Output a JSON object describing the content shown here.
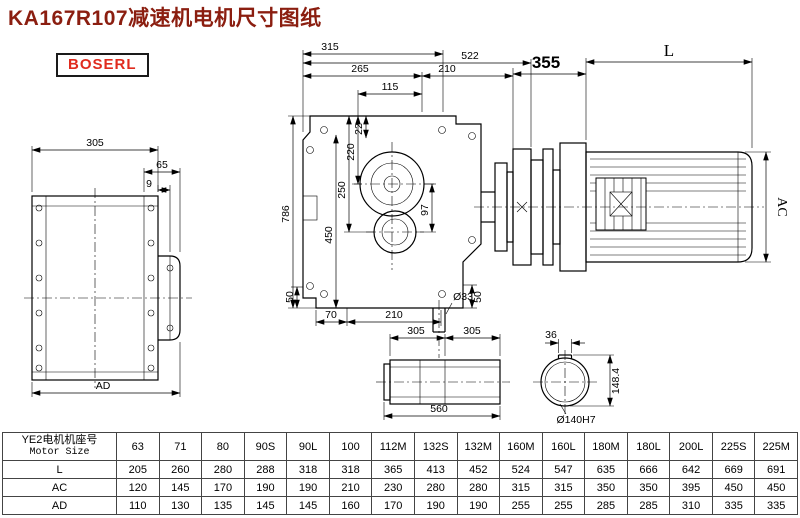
{
  "page": {
    "title": "KA167R107减速机电机尺寸图纸",
    "brand": "BOSERL",
    "title_color": "#8b1e10",
    "brand_color": "#e02b1e",
    "line_color": "#000000"
  },
  "dims": {
    "side": {
      "w305": "305",
      "w65": "65",
      "w9": "9",
      "ad": "AD"
    },
    "front": {
      "top315": "315",
      "top522": "522",
      "top265": "265",
      "top210": "210",
      "top115": "115",
      "v22": "22",
      "v220": "220",
      "v250": "250",
      "v450": "450",
      "v786": "786",
      "v97": "97",
      "b50l": "50",
      "b70": "70",
      "b210": "210",
      "b33": "Ø33",
      "b50r": "50"
    },
    "motor": {
      "d355": "355",
      "L": "L",
      "AC": "AC"
    },
    "shaft": {
      "s305a": "305",
      "s305b": "305",
      "s560": "560"
    },
    "bore": {
      "k36": "36",
      "h1484": "148.4",
      "d140": "Ø140H7"
    }
  },
  "table": {
    "header_line1": "YE2电机机座号",
    "header_line2": "Motor Size",
    "columns": [
      "63",
      "71",
      "80",
      "90S",
      "90L",
      "100",
      "112M",
      "132S",
      "132M",
      "160M",
      "160L",
      "180M",
      "180L",
      "200L",
      "225S",
      "225M"
    ],
    "rows": [
      {
        "label": "L",
        "values": [
          "205",
          "260",
          "280",
          "288",
          "318",
          "318",
          "365",
          "413",
          "452",
          "524",
          "547",
          "635",
          "666",
          "642",
          "669",
          "691"
        ]
      },
      {
        "label": "AC",
        "values": [
          "120",
          "145",
          "170",
          "190",
          "190",
          "210",
          "230",
          "280",
          "280",
          "315",
          "315",
          "350",
          "350",
          "395",
          "450",
          "450"
        ]
      },
      {
        "label": "AD",
        "values": [
          "110",
          "130",
          "135",
          "145",
          "145",
          "160",
          "170",
          "190",
          "190",
          "255",
          "255",
          "285",
          "285",
          "310",
          "335",
          "335"
        ]
      }
    ]
  }
}
